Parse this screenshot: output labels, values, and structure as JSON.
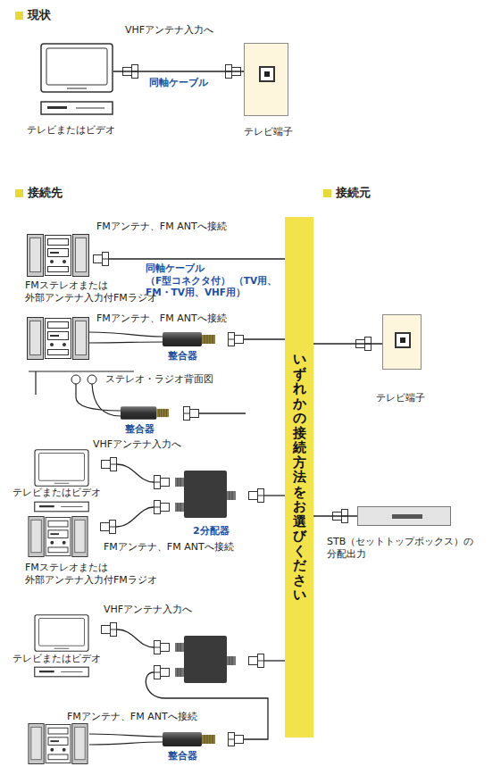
{
  "diagram": {
    "nodes": [
      {
        "text": [
          "テレビまたはビデオ"
        ]
      },
      {
        "text": [
          "テレビ端子"
        ]
      },
      {
        "text": [
          "いずれかの接続方法をお選びください"
        ]
      },
      {
        "text": [
          "テレビ端子"
        ]
      },
      {
        "text": [
          "STB（セットトップボックス）の 分配出力"
        ]
      }
    ],
    "edges": [
      {
        "from": 0,
        "to": 1,
        "arrow": "none",
        "label": "同軸ケーブル"
      },
      {
        "from": 2,
        "to": 3,
        "arrow": "none"
      },
      {
        "from": 2,
        "to": 4,
        "arrow": "none"
      }
    ],
    "labels": [
      "現状",
      "VHFアンテナ入力へ",
      "接続先",
      "接続元",
      "FMアンテナ、FM ANTへ接続",
      "同軸ケーブル （F型コネクタ付） （TV用、FM・TV用、VHF用）",
      "FMステレオまたは 外部アンテナ入力付FMラジオ",
      "FMアンテナ、FM ANTへ接続",
      "整合器",
      "ステレオ・ラジオ背面図",
      "整合器",
      "VHFアンテナ入力へ",
      "テレビまたはビデオ",
      "2分配器",
      "FMアンテナ、FM ANTへ接続",
      "FMステレオまたは 外部アンテナ入力付FMラジオ",
      "VHFアンテナ入力へ",
      "テレビまたはビデオ",
      "FMアンテナ、FM ANTへ接続",
      "整合器"
    ]
  }
}
